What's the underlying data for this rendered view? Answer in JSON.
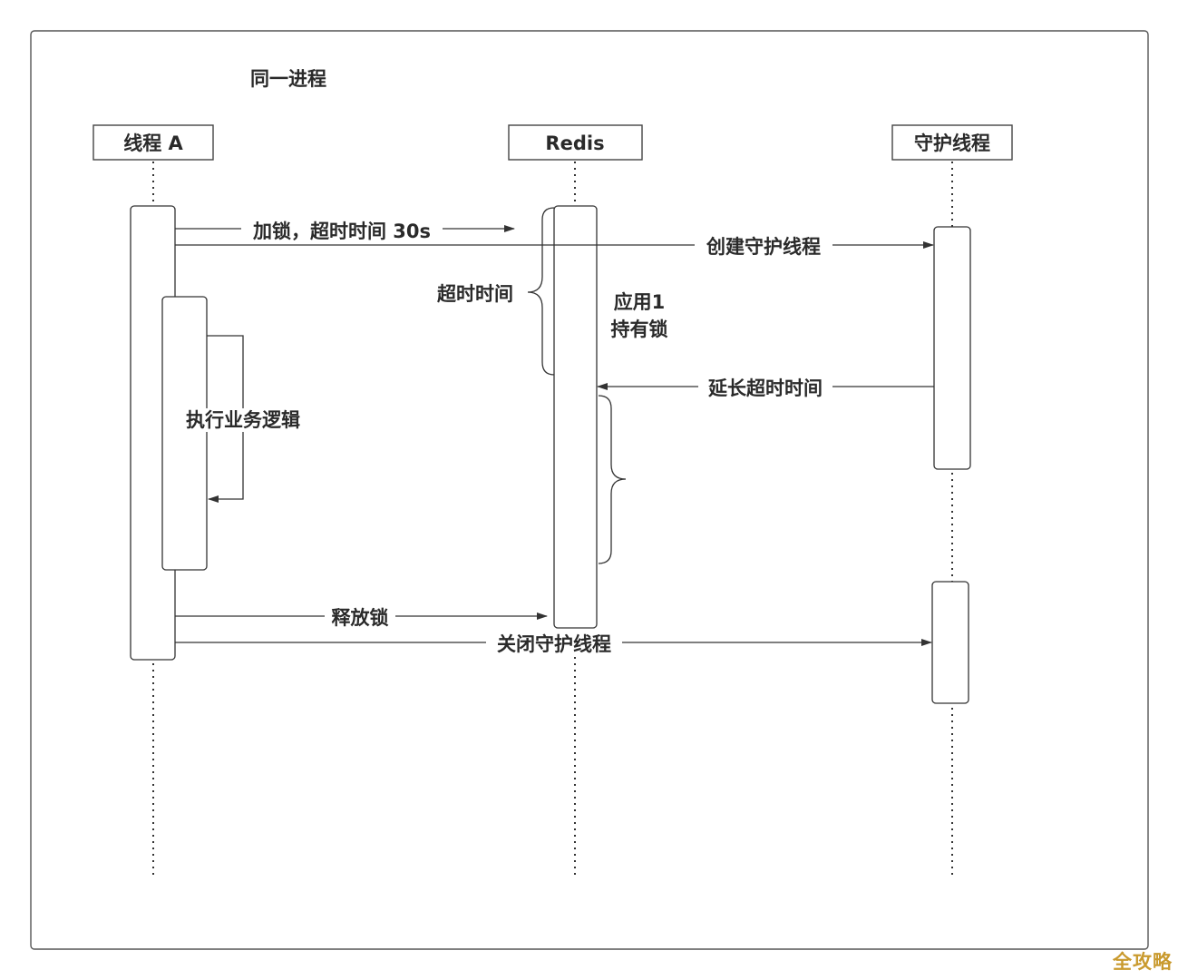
{
  "group_label": "同一进程",
  "participants": {
    "thread_a": "线程 A",
    "redis": "Redis",
    "guard_thread": "守护线程"
  },
  "messages": {
    "lock": "加锁，超时时间 30s",
    "create_guard": "创建守护线程",
    "extend_timeout": "延长超时时间",
    "release_lock": "释放锁",
    "close_guard": "关闭守护线程"
  },
  "notes": {
    "timeout": "超时时间",
    "app_holds_line1": "应用1",
    "app_holds_line2": "持有锁",
    "business_logic": "执行业务逻辑"
  },
  "watermark": "全攻略"
}
